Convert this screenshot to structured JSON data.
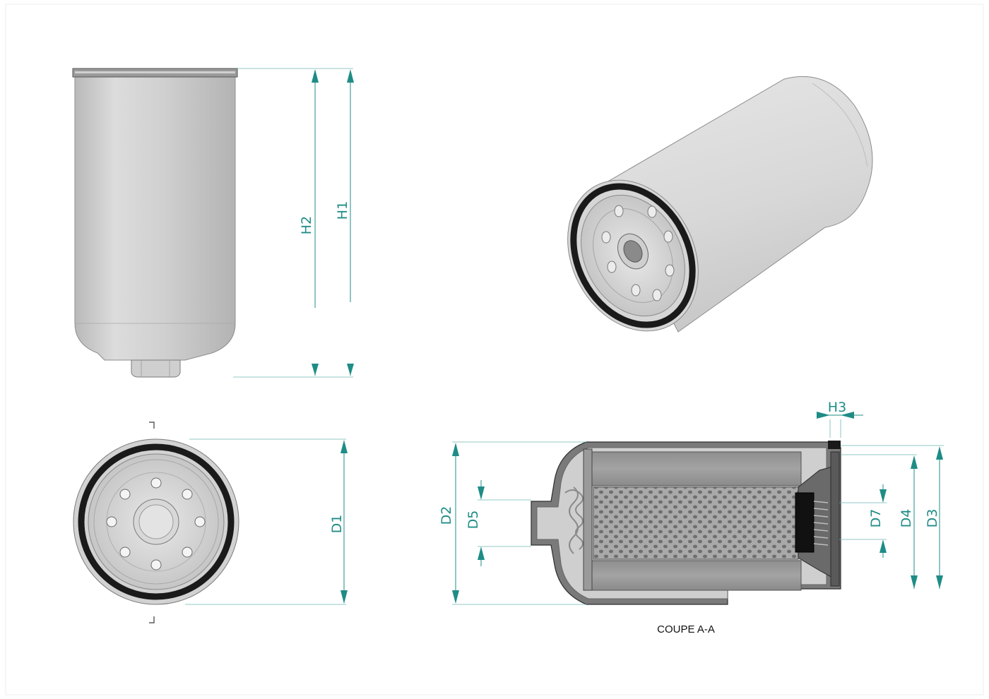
{
  "drawing": {
    "dimensions": {
      "h1": "H1",
      "h2": "H2",
      "h3": "H3",
      "d1": "D1",
      "d2": "D2",
      "d3": "D3",
      "d4": "D4",
      "d5": "D5",
      "d7": "D7"
    },
    "section_caption": "COUPE A-A",
    "colors": {
      "dimension": "#1f8c86",
      "body": "#d4d4d4",
      "seal": "#1a1a1a",
      "section_fill": "#7a7a7a",
      "media": "#9a9a9a"
    }
  }
}
